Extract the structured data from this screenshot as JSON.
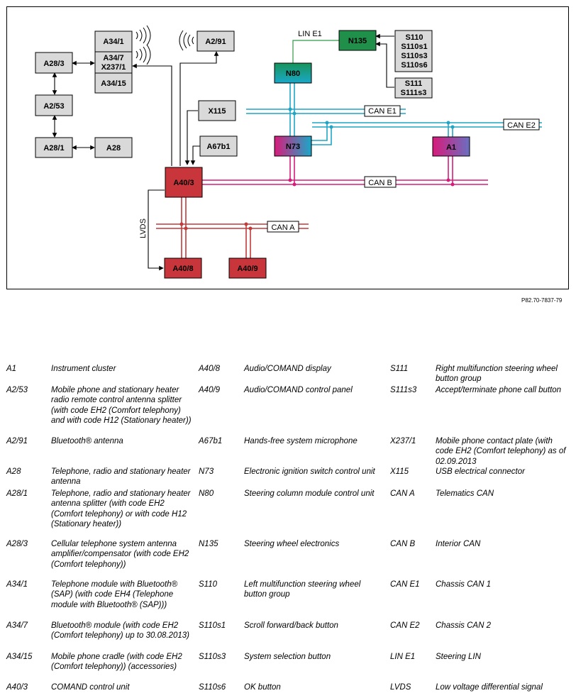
{
  "diagram": {
    "nodes": [
      {
        "id": "A34/1",
        "label": "A34/1"
      },
      {
        "id": "A34/7",
        "label": "A34/7"
      },
      {
        "id": "X237/1",
        "label": "X237/1"
      },
      {
        "id": "A34/15",
        "label": "A34/15"
      },
      {
        "id": "A28/3",
        "label": "A28/3"
      },
      {
        "id": "A2/53",
        "label": "A2/53"
      },
      {
        "id": "A28/1",
        "label": "A28/1"
      },
      {
        "id": "A28",
        "label": "A28"
      },
      {
        "id": "A2/91",
        "label": "A2/91"
      },
      {
        "id": "X115",
        "label": "X115"
      },
      {
        "id": "A67b1",
        "label": "A67b1"
      },
      {
        "id": "A40/3",
        "label": "A40/3"
      },
      {
        "id": "A40/8",
        "label": "A40/8"
      },
      {
        "id": "A40/9",
        "label": "A40/9"
      },
      {
        "id": "N135",
        "label": "N135"
      },
      {
        "id": "N80",
        "label": "N80"
      },
      {
        "id": "N73",
        "label": "N73"
      },
      {
        "id": "A1",
        "label": "A1"
      },
      {
        "id": "S110",
        "label": "S110"
      },
      {
        "id": "S110s1",
        "label": "S110s1"
      },
      {
        "id": "S110s3",
        "label": "S110s3"
      },
      {
        "id": "S110s6",
        "label": "S110s6"
      },
      {
        "id": "S111",
        "label": "S111"
      },
      {
        "id": "S111s3",
        "label": "S111s3"
      }
    ],
    "buses": {
      "lin_e1": "LIN E1",
      "can_e1": "CAN E1",
      "can_e2": "CAN E2",
      "can_b": "CAN B",
      "can_a": "CAN A",
      "lvds": "LVDS"
    },
    "colors": {
      "can_e": "#1fa6c6",
      "can_b": "#d81b7b",
      "can_a": "#c23a3a",
      "lin": "#2e9a48",
      "box_gray": "#d9d9d9",
      "box_red": "#c8363b",
      "n135": "#1f8f4a"
    }
  },
  "reference": "P82.70-7837-79",
  "legend": [
    [
      {
        "code": "A1",
        "desc": "Instrument cluster"
      },
      {
        "code": "A2/53",
        "desc": "Mobile phone and stationary heater radio remote control antenna splitter (with code EH2 (Comfort telephony) and with code H12 (Stationary heater))"
      },
      {
        "code": "A2/91",
        "desc": "Bluetooth® antenna"
      },
      {
        "code": "A28",
        "desc": "Telephone, radio and stationary heater antenna"
      },
      {
        "code": "A28/1",
        "desc": "Telephone, radio and stationary heater antenna splitter (with code EH2 (Comfort telephony) or with code H12 (Stationary heater))"
      },
      {
        "code": "A28/3",
        "desc": "Cellular telephone system antenna amplifier/compensator (with code EH2 (Comfort telephony))"
      },
      {
        "code": "A34/1",
        "desc": "Telephone module with Bluetooth® (SAP) (with code EH4 (Telephone module with Bluetooth® (SAP)))"
      },
      {
        "code": "A34/7",
        "desc": "Bluetooth® module (with code EH2 (Comfort telephony) up to 30.08.2013)"
      },
      {
        "code": "A34/15",
        "desc": "Mobile phone cradle (with code EH2 (Comfort telephony)) (accessories)"
      },
      {
        "code": "A40/3",
        "desc": "COMAND control unit"
      }
    ],
    [
      {
        "code": "A40/8",
        "desc": "Audio/COMAND display"
      },
      {
        "code": "A40/9",
        "desc": "Audio/COMAND control panel"
      },
      {
        "code": "A67b1",
        "desc": "Hands-free system microphone"
      },
      {
        "code": "N73",
        "desc": "Electronic ignition switch control unit"
      },
      {
        "code": "N80",
        "desc": "Steering column module control unit"
      },
      {
        "code": "N135",
        "desc": "Steering wheel electronics"
      },
      {
        "code": "S110",
        "desc": "Left multifunction steering wheel button group"
      },
      {
        "code": "S110s1",
        "desc": "Scroll forward/back button"
      },
      {
        "code": "S110s3",
        "desc": "System selection button"
      },
      {
        "code": "S110s6",
        "desc": "OK button"
      }
    ],
    [
      {
        "code": "S111",
        "desc": "Right multifunction steering wheel button group"
      },
      {
        "code": "S111s3",
        "desc": "Accept/terminate phone call button"
      },
      {
        "code": "X237/1",
        "desc": "Mobile phone contact plate (with code EH2 (Comfort telephony) as of 02.09.2013"
      },
      {
        "code": "X115",
        "desc": "USB electrical connector"
      },
      {
        "code": "CAN A",
        "desc": "Telematics CAN"
      },
      {
        "code": "CAN B",
        "desc": "Interior CAN"
      },
      {
        "code": "CAN E1",
        "desc": "Chassis CAN 1"
      },
      {
        "code": "CAN E2",
        "desc": "Chassis CAN 2"
      },
      {
        "code": "LIN E1",
        "desc": "Steering LIN"
      },
      {
        "code": "LVDS",
        "desc": "Low voltage differential signal"
      }
    ]
  ]
}
